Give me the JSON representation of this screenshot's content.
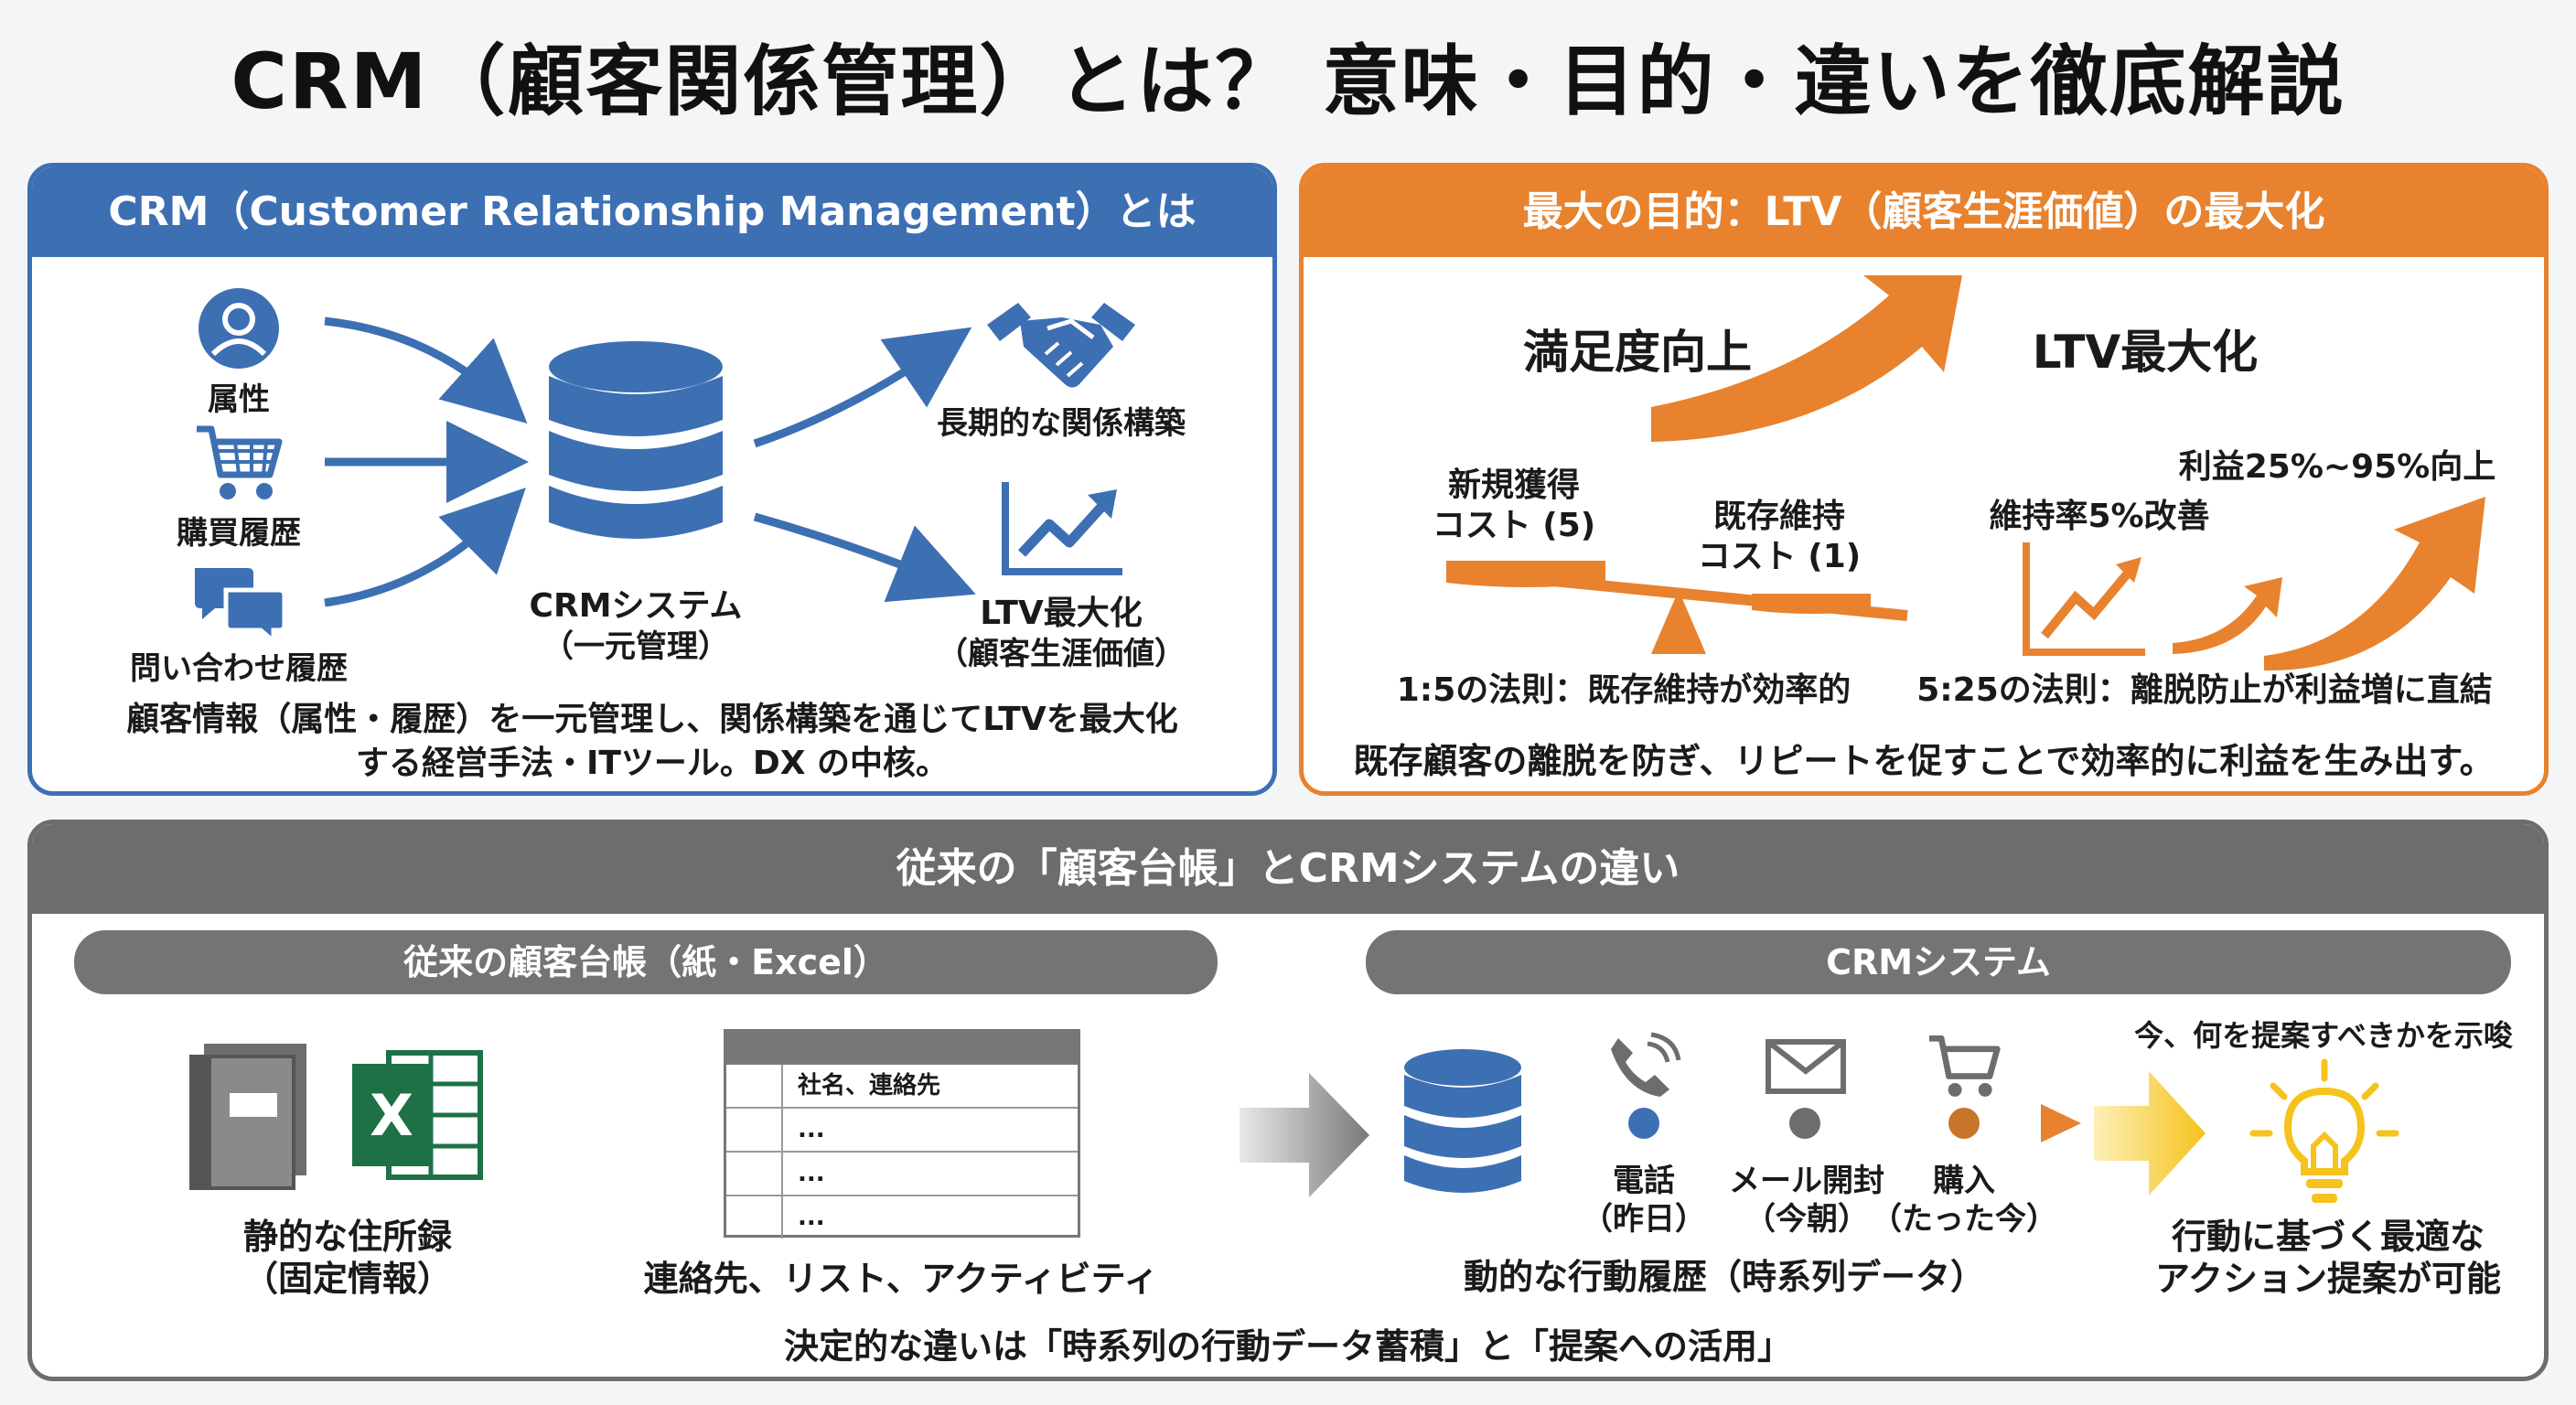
{
  "title": "CRM（顧客関係管理）とは？ 意味・目的・違いを徹底解説",
  "colors": {
    "blue": "#3d6fb3",
    "orange": "#e8822e",
    "gray": "#6d6d6d",
    "excel": "#1e7145",
    "yellow": "#f6c21c"
  },
  "definition": {
    "heading": "CRM（Customer Relationship Management）とは",
    "inputs": [
      "属性",
      "購買履歴",
      "問い合わせ履歴"
    ],
    "system_line1": "CRMシステム",
    "system_line2": "（一元管理）",
    "out_relationship": "長期的な関係構築",
    "out_ltv_line1": "LTV最大化",
    "out_ltv_line2": "（顧客生涯価値）",
    "summary_line1": "顧客情報（属性・履歴）を一元管理し、関係構築を通じてLTVを最大化",
    "summary_line2": "する経営手法・ITツール。DX の中核。",
    "icons": [
      "person-icon",
      "cart-icon",
      "chat-icon",
      "database-icon",
      "handshake-icon",
      "growth-chart-icon"
    ]
  },
  "purpose": {
    "heading": "最大の目的：LTV（顧客生涯価値）の最大化",
    "satisfaction": "満足度向上",
    "ltv_max": "LTV最大化",
    "new_cost_line1": "新規獲得",
    "new_cost_line2": "コスト (5)",
    "existing_cost_line1": "既存維持",
    "existing_cost_line2": "コスト (1)",
    "retention": "維持率5%改善",
    "profit": "利益25%~95%向上",
    "rule_1_5": "1:5の法則：既存維持が効率的",
    "rule_5_25": "5:25の法則：離脱防止が利益増に直結",
    "summary": "既存顧客の離脱を防ぎ、リピートを促すことで効率的に利益を生み出す。"
  },
  "comparison": {
    "heading": "従来の「顧客台帳」とCRMシステムの違い",
    "legacy": {
      "pill": "従来の顧客台帳（紙・Excel）",
      "book_label_line1": "静的な住所録",
      "book_label_line2": "（固定情報）",
      "table_rows": [
        "社名、連絡先",
        "...",
        "...",
        "..."
      ],
      "table_label": "連絡先、リスト、アクティビティ"
    },
    "crm": {
      "pill": "CRMシステム",
      "events": [
        {
          "name": "電話",
          "time": "（昨日）",
          "icon": "phone-icon"
        },
        {
          "name": "メール開封",
          "time": "（今朝）",
          "icon": "mail-icon"
        },
        {
          "name": "購入",
          "time": "（たった今）",
          "icon": "cart-icon"
        }
      ],
      "timeline_label": "動的な行動履歴（時系列データ）",
      "suggest": "今、何を提案すべきかを示唆",
      "action_line1": "行動に基づく最適な",
      "action_line2": "アクション提案が可能"
    },
    "conclusion": "決定的な違いは「時系列の行動データ蓄積」と「提案への活用」"
  }
}
